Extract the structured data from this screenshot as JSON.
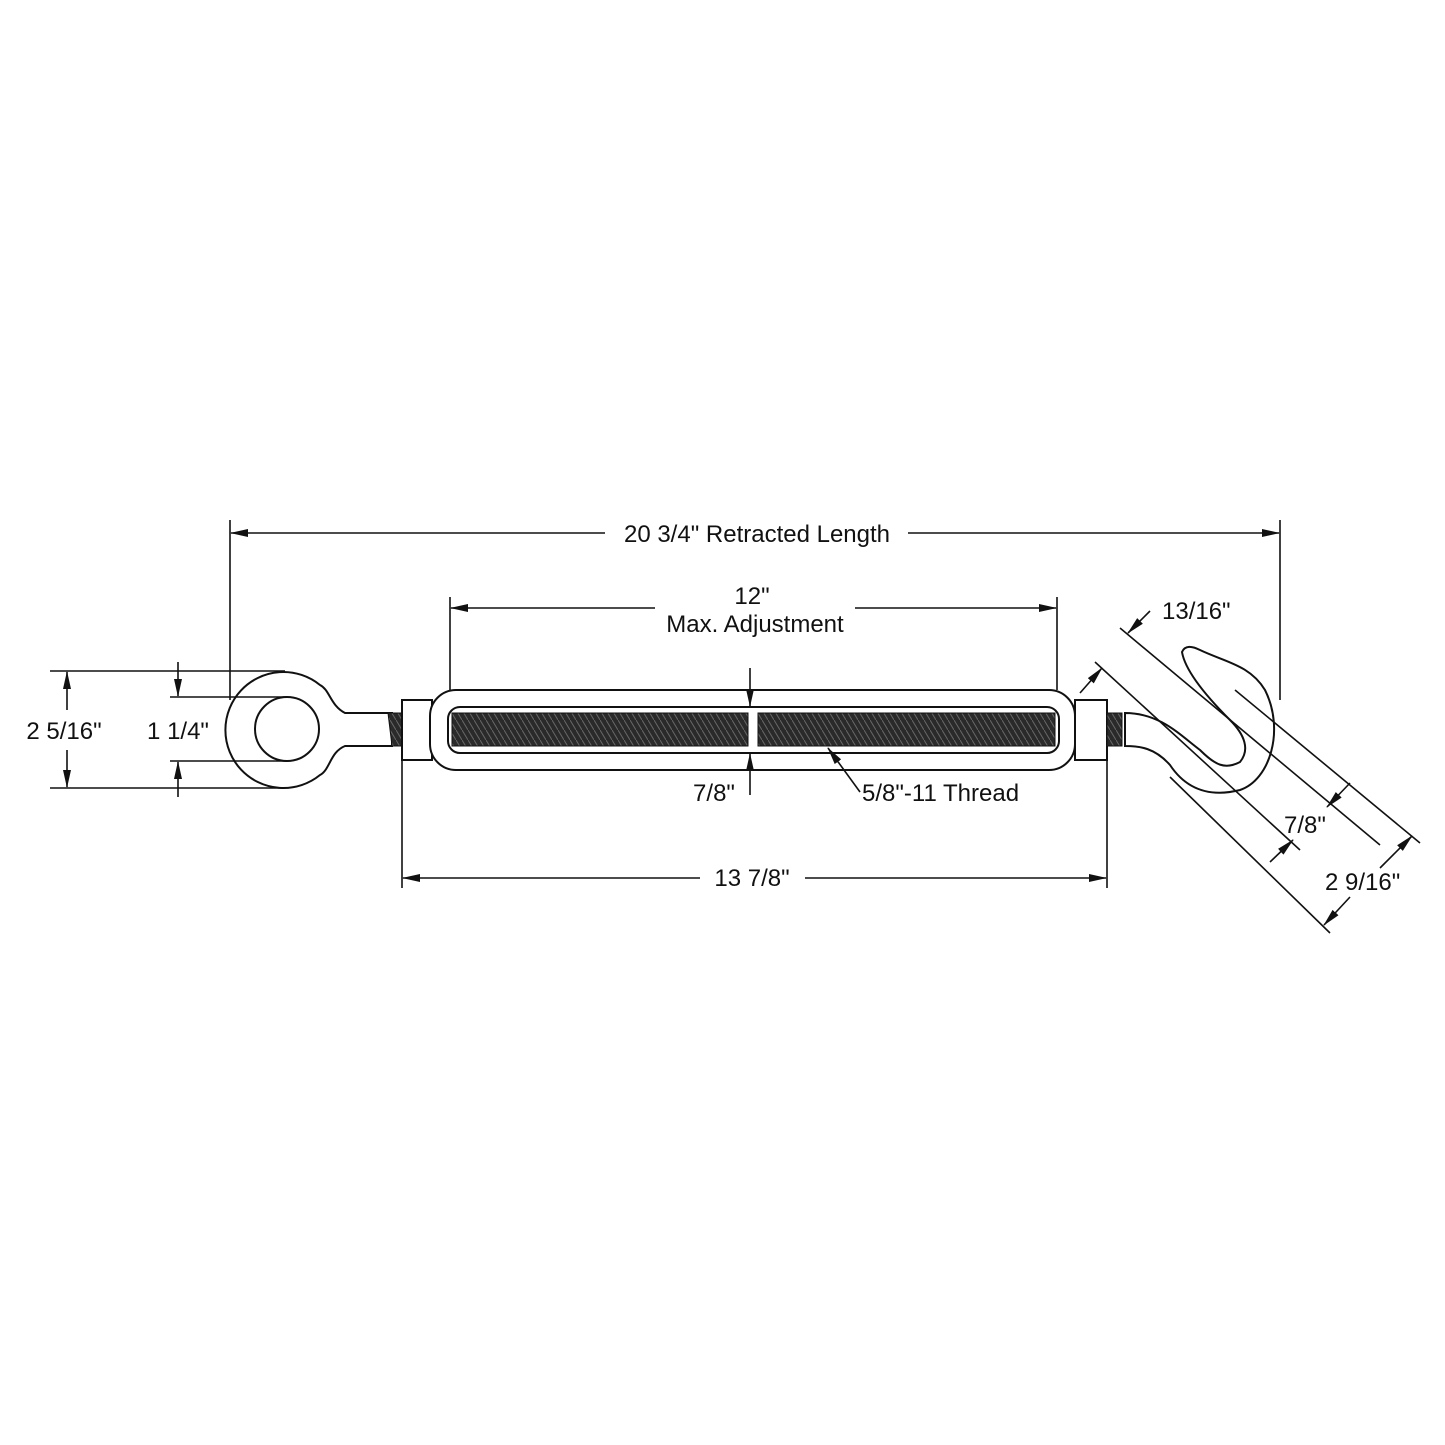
{
  "dimensions": {
    "retracted_length": "20 3/4\" Retracted Length",
    "max_adjustment_value": "12\"",
    "max_adjustment_label": "Max. Adjustment",
    "body_length": "13 7/8\"",
    "eye_outer": "2 5/16\"",
    "eye_inner": "1 1/4\"",
    "body_width": "7/8\"",
    "thread": "5/8\"-11 Thread",
    "hook_throat": "13/16\"",
    "hook_inner": "7/8\"",
    "hook_outer": "2 9/16\""
  },
  "colors": {
    "line": "#111111",
    "thread_fill": "#333333"
  }
}
